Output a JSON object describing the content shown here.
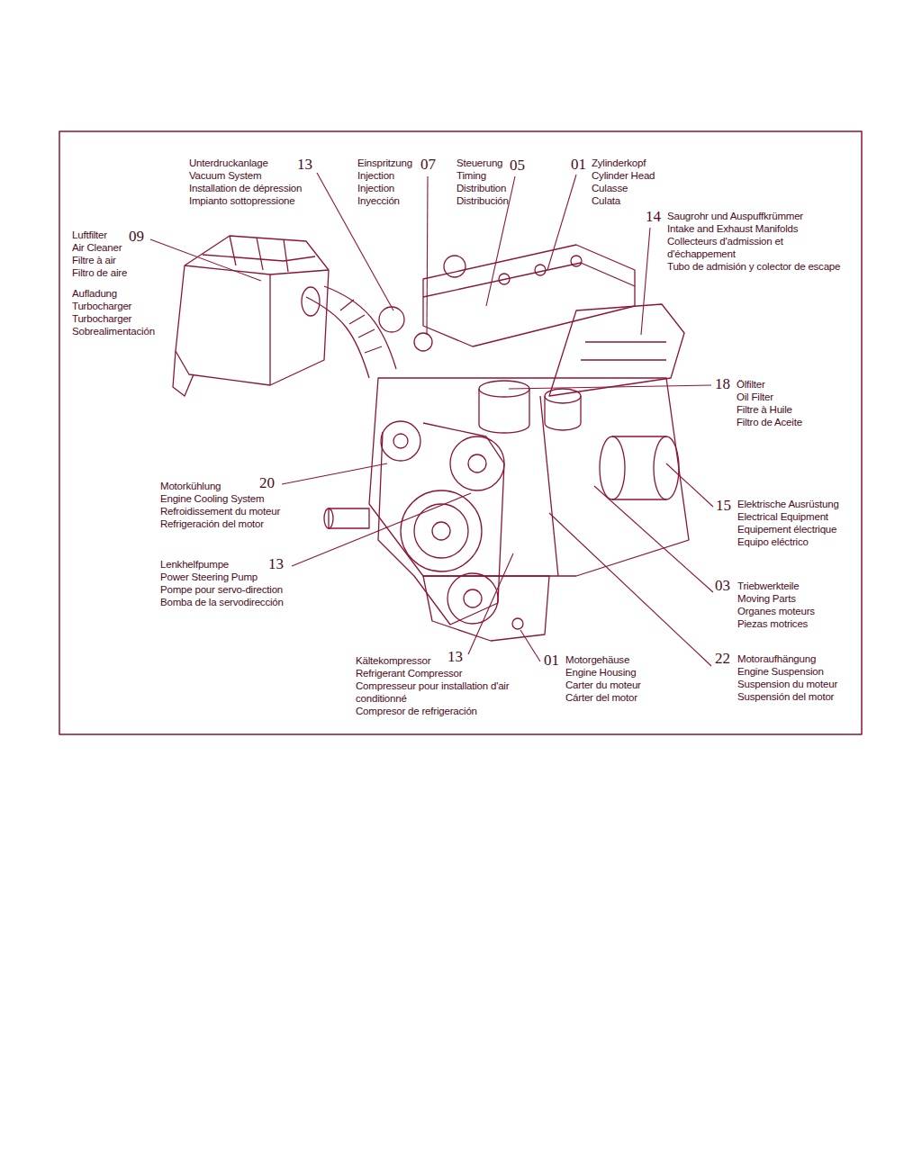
{
  "diagram": {
    "labels": [
      "13",
      "Unterdruckanlage",
      "Vacuum System",
      "Installation de dépression",
      "Impianto sottopressione",
      "07",
      "Einspritzung",
      "Injection",
      "Injection",
      "Inyección",
      "05",
      "Steuerung",
      "Timing",
      "Distribution",
      "Distribución",
      "01",
      "Zylinderkopf",
      "Cylinder Head",
      "Culasse",
      "Culata",
      "14",
      "Saugrohr und Auspuffkrümmer",
      "Intake and Exhaust Manifolds",
      "Collecteurs d'admission et",
      "d'échappement",
      "Tubo de admisión y colector de escape",
      "09",
      "Luftfilter",
      "Air Cleaner",
      "Filtre à air",
      "Filtro de aire",
      "Aufladung",
      "Turbocharger",
      "Turbocharger",
      "Sobrealimentación",
      "18",
      "Ölfilter",
      "Oil Filter",
      "Filtre à Huile",
      "Filtro de Aceite",
      "20",
      "Motorkühlung",
      "Engine Cooling System",
      "Refroidissement du moteur",
      "Refrigeración del motor",
      "15",
      "Elektrische Ausrüstung",
      "Electrical Equipment",
      "Equipement électrique",
      "Equipo eléctrico",
      "13",
      "Lenkhelfpumpe",
      "Power Steering Pump",
      "Pompe pour servo-direction",
      "Bomba de la servodirección",
      "03",
      "Triebwerkteile",
      "Moving Parts",
      "Organes moteurs",
      "Piezas motrices",
      "13",
      "Kältekompressor",
      "Refrigerant Compressor",
      "Compresseur pour installation d'air",
      "conditionné",
      "Compresor de refrigeración",
      "01",
      "Motorgehäuse",
      "Engine Housing",
      "Carter du moteur",
      "Cárter del motor",
      "22",
      "Motoraufhängung",
      "Engine Suspension",
      "Suspension du moteur",
      "Suspensión del motor"
    ]
  }
}
